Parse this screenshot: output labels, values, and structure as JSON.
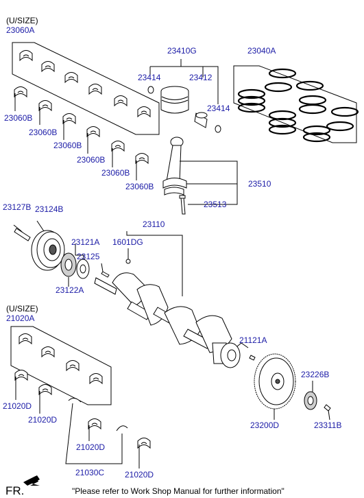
{
  "labels": {
    "usize_top": "(U/SIZE)",
    "p23060A": "23060A",
    "p23060B_1": "23060B",
    "p23060B_2": "23060B",
    "p23060B_3": "23060B",
    "p23060B_4": "23060B",
    "p23060B_5": "23060B",
    "p23060B_6": "23060B",
    "p23410G": "23410G",
    "p23414_a": "23414",
    "p23412": "23412",
    "p23414_b": "23414",
    "p23040A": "23040A",
    "p23510": "23510",
    "p23513": "23513",
    "p23127B": "23127B",
    "p23124B": "23124B",
    "p23110": "23110",
    "p1601DG": "1601DG",
    "p23121A": "23121A",
    "p23125": "23125",
    "p23122A": "23122A",
    "usize_bottom": "(U/SIZE)",
    "p21020A": "21020A",
    "p21121A": "21121A",
    "p23226B": "23226B",
    "p21020D_1": "21020D",
    "p21020D_2": "21020D",
    "p21020D_3": "21020D",
    "p21020D_4": "21020D",
    "p23200D": "23200D",
    "p23311B": "23311B",
    "p21030C": "21030C"
  },
  "footer": {
    "fr": "FR.",
    "note": "\"Please refer to Work Shop Manual for further information\""
  },
  "colors": {
    "part_number": "#1a1aa6",
    "line": "#000000"
  }
}
